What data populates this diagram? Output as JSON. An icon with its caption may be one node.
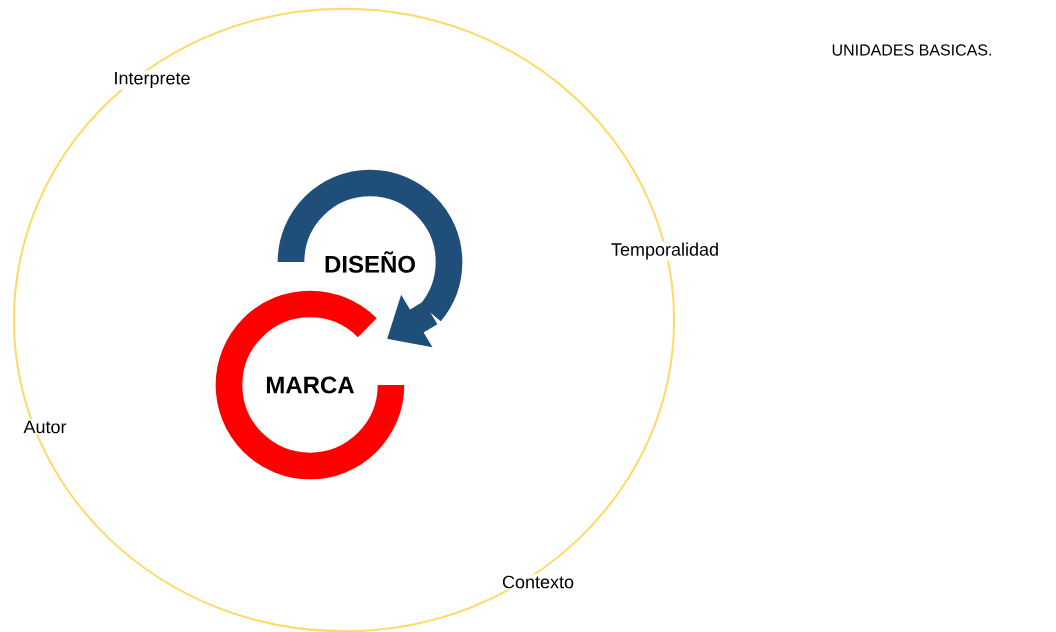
{
  "diagram": {
    "title": "UNIDADES BASICAS.",
    "nodes": [
      {
        "text": [],
        "shape": "ellipse"
      },
      {
        "text": [
          "DISEÑO"
        ],
        "in": 0
      },
      {
        "text": [
          "MARCA"
        ],
        "in": 0
      }
    ],
    "edges": [
      {
        "from": 1,
        "to": 2,
        "arrow": "to"
      }
    ],
    "labels": [
      "Interprete",
      "Temporalidad",
      "Autor",
      "Contexto"
    ]
  }
}
